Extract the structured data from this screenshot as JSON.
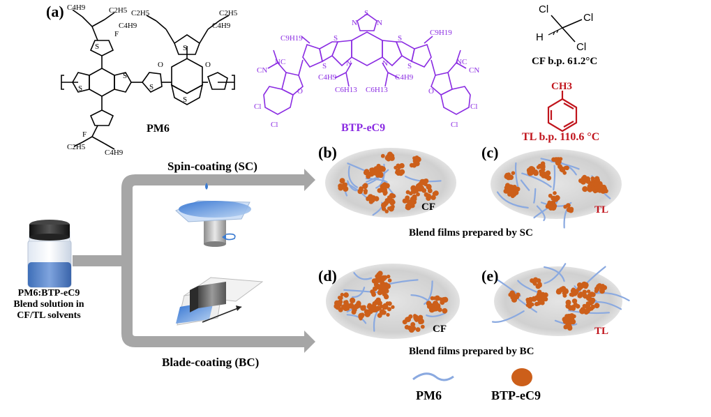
{
  "panels": {
    "a": "(a)",
    "b": "(b)",
    "c": "(c)",
    "d": "(d)",
    "e": "(e)"
  },
  "molecules": {
    "pm6": {
      "name": "PM6",
      "substituents": [
        "C4H9",
        "C2H5",
        "C2H5",
        "C4H9",
        "C2H5",
        "C4H9",
        "C2H5",
        "C4H9"
      ],
      "atoms": [
        "F",
        "F",
        "S",
        "S",
        "S",
        "S",
        "S",
        "S",
        "O",
        "O"
      ]
    },
    "btp": {
      "name": "BTP-eC9",
      "substituents": [
        "C9H19",
        "C9H19",
        "C4H9",
        "C4H9",
        "C6H13",
        "C6H13"
      ],
      "atoms": [
        "S",
        "N",
        "N",
        "N",
        "N",
        "S",
        "S",
        "S",
        "S",
        "Cl",
        "Cl",
        "Cl",
        "Cl",
        "O",
        "O",
        "NC",
        "CN",
        "NC",
        "CN"
      ]
    },
    "cf": {
      "label": "CF b.p. 61.2°C",
      "atoms": [
        "Cl",
        "Cl",
        "Cl",
        "H"
      ]
    },
    "tl": {
      "label": "TL b.p. 110.6 °C",
      "atoms": [
        "CH3"
      ]
    }
  },
  "process": {
    "solution_label": [
      "PM6:BTP-eC9",
      "Blend solution in",
      "CF/TL solvents"
    ],
    "spin_label": "Spin-coating (SC)",
    "blade_label": "Blade-coating (BC)"
  },
  "films": {
    "b_solvent": "CF",
    "c_solvent": "TL",
    "d_solvent": "CF",
    "e_solvent": "TL",
    "sc_caption": "Blend films prepared by SC",
    "bc_caption": "Blend films prepared by BC"
  },
  "legend": {
    "pm6": "PM6",
    "btp": "BTP-eC9"
  },
  "colors": {
    "btp_purple": "#8a2be2",
    "tl_red": "#c0141c",
    "acceptor_orange": "#cc5f1a",
    "donor_blue": "#8aa9e0",
    "arrow_gray": "#a6a6a6",
    "film_gray": "#d6d6d6"
  }
}
